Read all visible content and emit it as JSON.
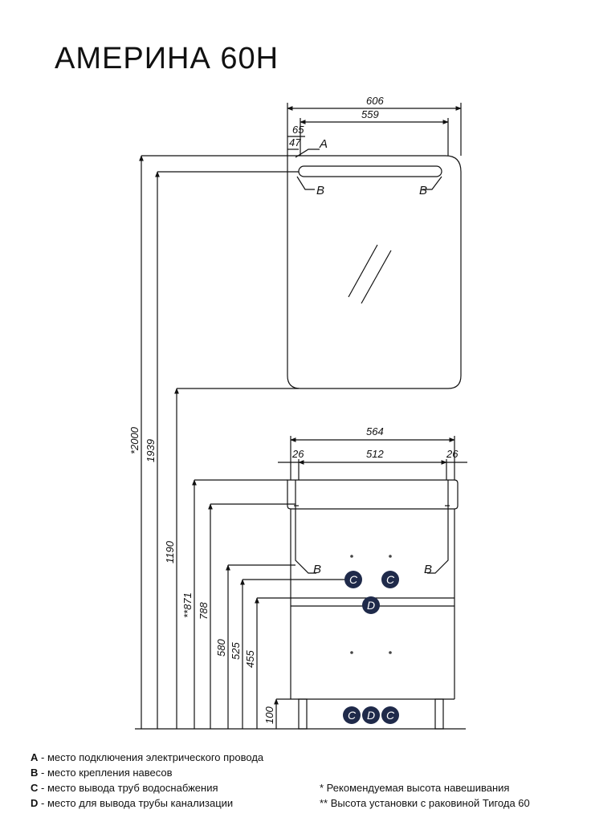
{
  "title": "АМЕРИНА 60Н",
  "colors": {
    "stroke": "#111111",
    "marker_fill": "#1f2a4a"
  },
  "mirror_dims": {
    "w606": "606",
    "w559": "559",
    "d65": "65",
    "d47": "47"
  },
  "cabinet_dims": {
    "w564": "564",
    "w512": "512",
    "side_left": "26",
    "side_right": "26"
  },
  "heights": {
    "h2000": "*2000",
    "h1939": "1939",
    "h1190": "1190",
    "h871": "**871",
    "h788": "788",
    "h580": "580",
    "h525": "525",
    "h455": "455",
    "h100": "100"
  },
  "markers": {
    "a": "A",
    "b": "B",
    "c": "C",
    "d": "D"
  },
  "legend": [
    {
      "key": "A",
      "text": " - место подключения электрического провода"
    },
    {
      "key": "B",
      "text": " - место крепления навесов"
    },
    {
      "key": "C",
      "text": " - место вывода труб водоснабжения"
    },
    {
      "key": "D",
      "text": " - место для вывода трубы канализации"
    }
  ],
  "notes": [
    "* Рекомендуемая высота навешивания",
    "** Высота установки с раковиной Тигода 60"
  ]
}
